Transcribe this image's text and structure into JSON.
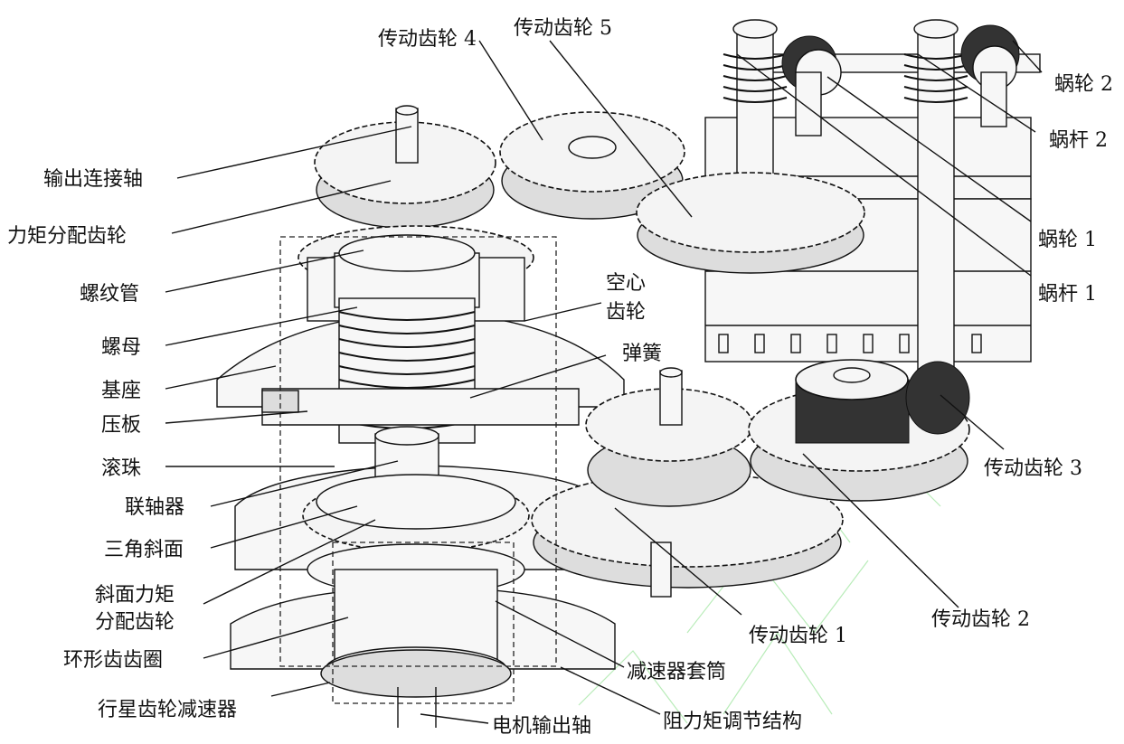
{
  "labels": {
    "output_shaft": "输出连接轴",
    "torque_gear": "力矩分配齿轮",
    "screw_tube": "螺纹管",
    "nut": "螺母",
    "base": "基座",
    "press_plate": "压板",
    "ball": "滚珠",
    "coupling": "联轴器",
    "triangle_slope": "三角斜面",
    "slope_gear_line1": "斜面力矩",
    "slope_gear_line2": "分配齿轮",
    "ring_gear": "环形齿齿圈",
    "planetary": "行星齿轮减速器",
    "motor_shaft": "电机输出轴",
    "resistance_adj": "阻力矩调节结构",
    "reducer_sleeve": "减速器套筒",
    "gear1": "传动齿轮 1",
    "gear2": "传动齿轮 2",
    "gear3": "传动齿轮 3",
    "gear4": "传动齿轮 4",
    "gear5": "传动齿轮 5",
    "hollow_line1": "空心",
    "hollow_line2": "齿轮",
    "spring": "弹簧",
    "worm1": "蜗杆 1",
    "wormwheel1": "蜗轮 1",
    "worm2": "蜗杆 2",
    "wormwheel2": "蜗轮 2"
  },
  "colors": {
    "line": "#111111",
    "watermark": "#b9ecb9"
  }
}
